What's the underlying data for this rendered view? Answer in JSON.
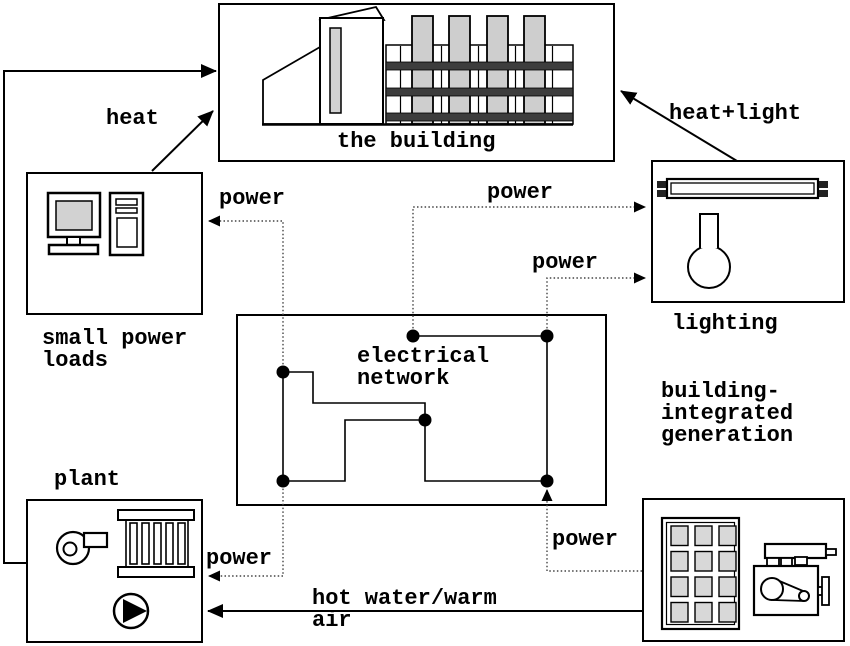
{
  "diagram": {
    "boxes": {
      "building": "the building",
      "small_power_loads": "small power\nloads",
      "lighting": "lighting",
      "electrical_network": "electrical\nnetwork",
      "plant": "plant",
      "generation": "building-\nintegrated\ngeneration"
    },
    "edge_labels": {
      "heat": "heat",
      "heat_light": "heat+light",
      "power_to_loads": "power",
      "power_to_lighting_top": "power",
      "power_to_lighting_bottom": "power",
      "power_to_plant": "power",
      "power_from_generation": "power",
      "hot_water": "hot water/warm\nair"
    },
    "colors": {
      "line": "#000000",
      "light_gray_fill": "#d2d2d2",
      "dark_stripe": "#3d3d3d",
      "background": "#ffffff"
    }
  }
}
